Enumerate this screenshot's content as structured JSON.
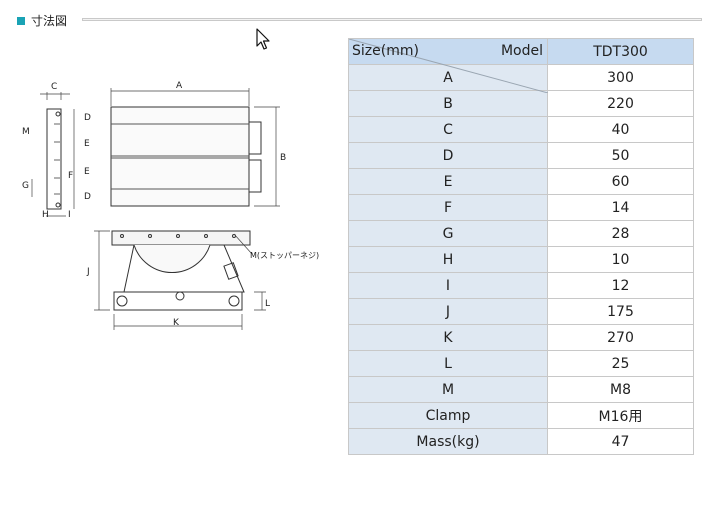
{
  "header": {
    "title": "寸法図"
  },
  "drawing": {
    "labels": [
      "C",
      "A",
      "M",
      "D",
      "E",
      "E",
      "D",
      "B",
      "G",
      "F",
      "H",
      "I",
      "J",
      "L",
      "K"
    ],
    "callout": "M(ストッパーネジ)"
  },
  "table": {
    "corner_top": "Model",
    "corner_bottom": "Size(mm)",
    "model_name": "TDT300",
    "rows": [
      {
        "label": "A",
        "value": "300"
      },
      {
        "label": "B",
        "value": "220"
      },
      {
        "label": "C",
        "value": "40"
      },
      {
        "label": "D",
        "value": "50"
      },
      {
        "label": "E",
        "value": "60"
      },
      {
        "label": "F",
        "value": "14"
      },
      {
        "label": "G",
        "value": "28"
      },
      {
        "label": "H",
        "value": "10"
      },
      {
        "label": "I",
        "value": "12"
      },
      {
        "label": "J",
        "value": "175"
      },
      {
        "label": "K",
        "value": "270"
      },
      {
        "label": "L",
        "value": "25"
      },
      {
        "label": "M",
        "value": "M8"
      },
      {
        "label": "Clamp",
        "value": "M16用"
      },
      {
        "label": "Mass(kg)",
        "value": "47"
      }
    ]
  },
  "colors": {
    "accent": "#1aa3b5",
    "table_header": "#c6daf0",
    "table_label": "#dfe8f2"
  }
}
